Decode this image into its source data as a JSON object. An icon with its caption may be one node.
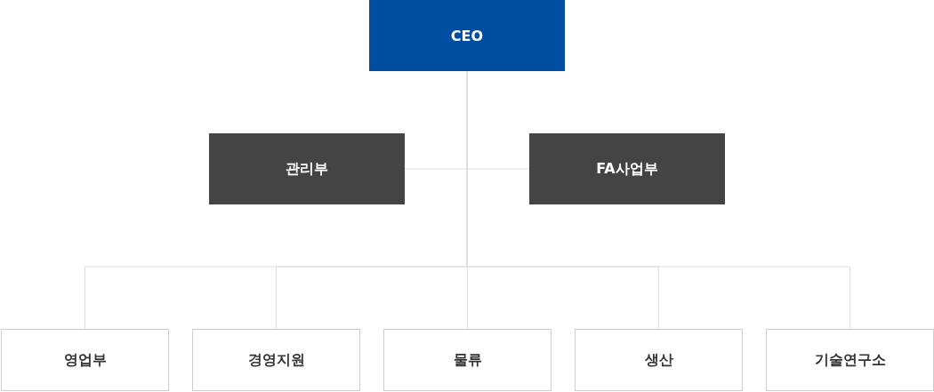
{
  "diagram": {
    "nodes": [
      {
        "text": [
          "CEO"
        ]
      },
      {
        "text": [
          "관리부"
        ]
      },
      {
        "text": [
          "FA사업부"
        ]
      },
      {
        "text": [
          "영업부"
        ]
      },
      {
        "text": [
          "경영지원"
        ]
      },
      {
        "text": [
          "물류"
        ]
      },
      {
        "text": [
          "생산"
        ]
      },
      {
        "text": [
          "기술연구소"
        ]
      }
    ],
    "edges": [
      {
        "from": 0,
        "to": 1,
        "arrow": "none"
      },
      {
        "from": 0,
        "to": 2,
        "arrow": "none"
      },
      {
        "from": 0,
        "to": 3,
        "arrow": "none"
      },
      {
        "from": 0,
        "to": 4,
        "arrow": "none"
      },
      {
        "from": 0,
        "to": 5,
        "arrow": "none"
      },
      {
        "from": 0,
        "to": 6,
        "arrow": "none"
      },
      {
        "from": 0,
        "to": 7,
        "arrow": "none"
      }
    ]
  }
}
